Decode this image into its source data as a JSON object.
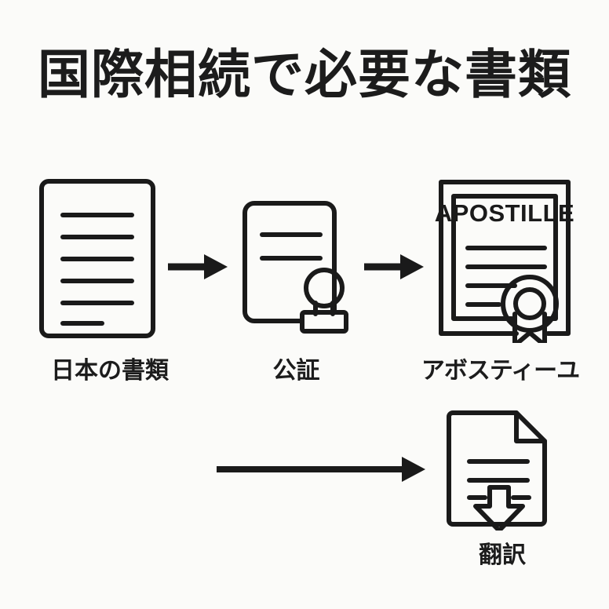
{
  "page": {
    "title": "国際相続で必要な書類",
    "background_color": "#fbfbf9",
    "ink_color": "#1a1a1a"
  },
  "steps": [
    {
      "id": "japanese-document",
      "label": "日本の書類",
      "icon": "document-lines-icon",
      "line_count": 6
    },
    {
      "id": "notarization",
      "label": "公証",
      "icon": "document-stamp-icon",
      "line_count": 2
    },
    {
      "id": "apostille",
      "label": "アボスティーユ",
      "icon": "apostille-certificate-icon",
      "certificate_heading": "APOSTILLE",
      "line_count": 4
    },
    {
      "id": "translation",
      "label": "翻訳",
      "icon": "document-download-arrow-icon",
      "line_count": 3
    }
  ],
  "arrows": [
    {
      "id": "arrow-document-to-notary",
      "direction": "right"
    },
    {
      "id": "arrow-notary-to-apostille",
      "direction": "right"
    },
    {
      "id": "arrow-apostille-to-translation",
      "direction": "right"
    }
  ]
}
